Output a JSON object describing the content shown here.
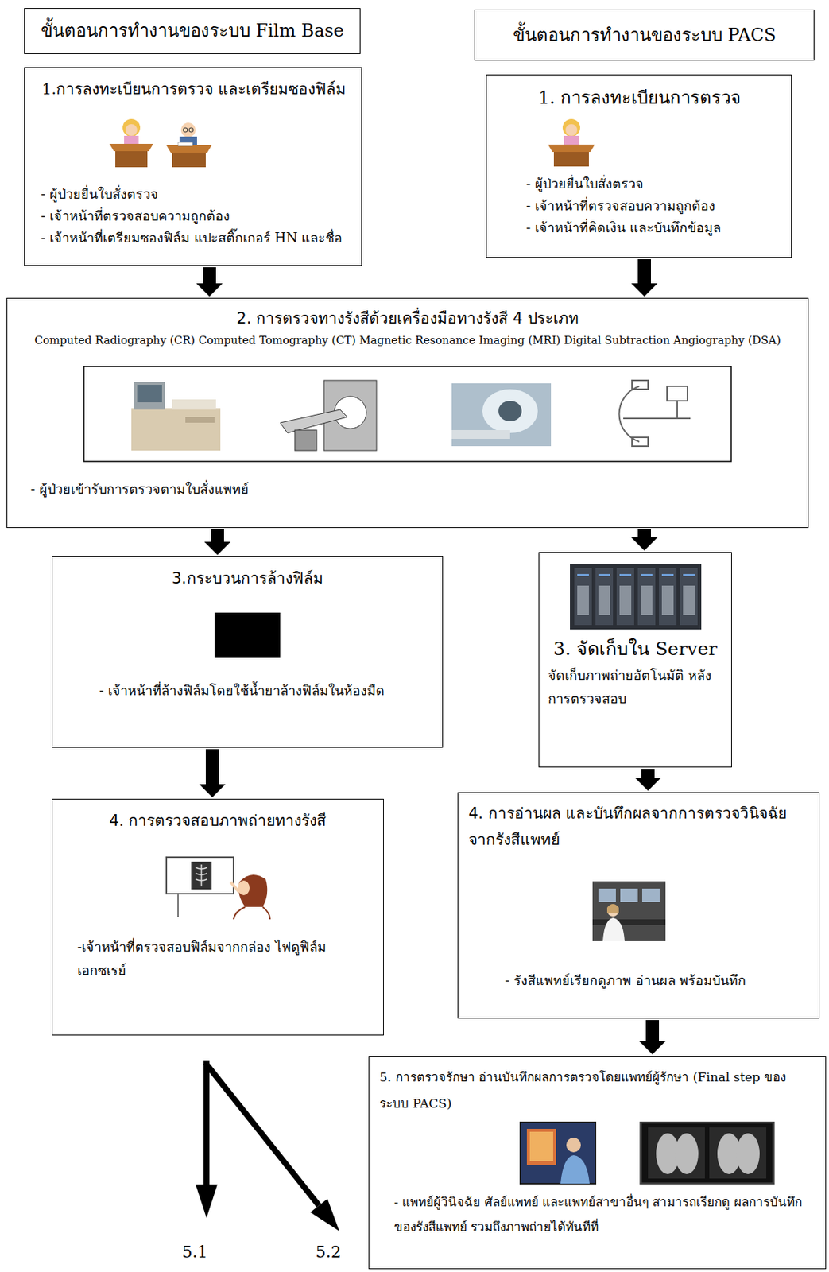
{
  "diagram": {
    "nodes": [
      {
        "text": [
          "ขั้นตอนการทำงานของระบบ Film Base"
        ]
      },
      {
        "text": [
          "ขั้นตอนการทำงานของระบบ PACS"
        ]
      },
      {
        "text": [
          "1.การลงทะเบียนการตรวจ และเตรียมซองฟิล์ม",
          "- ผู้ป่วยยื่นใบสั่งตรวจ",
          "- เจ้าหน้าที่ตรวจสอบความถูกต้อง",
          "- เจ้าหน้าที่เตรียมซองฟิล์ม แปะสติ๊กเกอร์ HN และชื่อ"
        ]
      },
      {
        "text": [
          "1. การลงทะเบียนการตรวจ",
          "- ผู้ป่วยยื่นใบสั่งตรวจ",
          "- เจ้าหน้าที่ตรวจสอบความถูกต้อง",
          "- เจ้าหน้าที่คิดเงิน และบันทึกข้อมูล"
        ]
      },
      {
        "text": [
          "2. การตรวจทางรังสีด้วยเครื่องมือทางรังสี 4 ประเภท",
          "Computed Radiography (CR) Computed Tomography (CT) Magnetic Resonance Imaging (MRI) Digital Subtraction Angiography (DSA)",
          "- ผู้ป่วยเข้ารับการตรวจตามใบสั่งแพทย์"
        ]
      },
      {
        "text": [
          "3.กระบวนการล้างฟิล์ม",
          "- เจ้าหน้าที่ล้างฟิล์มโดยใช้น้ำยาล้างฟิล์มในห้องมืด"
        ]
      },
      {
        "text": [
          "3. จัดเก็บใน Server",
          "จัดเก็บภาพถ่ายอัตโนมัติ หลังการตรวจสอบ"
        ]
      },
      {
        "text": [
          "4. การตรวจสอบภาพถ่ายทางรังสี",
          "-เจ้าหน้าที่ตรวจสอบฟิล์มจากกล่อง ไฟดูฟิล์ม เอกซเรย์"
        ]
      },
      {
        "text": [
          "4. การอ่านผล และบันทึกผลจากการตรวจวินิจฉัย จากรังสีแพทย์",
          "- รังสีแพทย์เรียกดูภาพ อ่านผล พร้อมบันทึก"
        ]
      },
      {
        "text": [
          "5. การตรวจรักษา อ่านบันทึกผลการตรวจโดยแพทย์ผู้รักษา (Final step ของระบบ PACS)",
          "- แพทย์ผู้วินิจฉัย ศัลย์แพทย์ และแพทย์สาขาอื่นๆ สามารถเรียกดู ผลการบันทึกของรังสีแพทย์ รวมถึงภาพถ่ายได้ทันทีที่"
        ]
      }
    ],
    "edges": [
      {
        "from": 2,
        "to": 4,
        "arrow": "to"
      },
      {
        "from": 3,
        "to": 4,
        "arrow": "to"
      },
      {
        "from": 4,
        "to": 5,
        "arrow": "to"
      },
      {
        "from": 4,
        "to": 6,
        "arrow": "to"
      },
      {
        "from": 5,
        "to": 7,
        "arrow": "to"
      },
      {
        "from": 6,
        "to": 8,
        "arrow": "to"
      },
      {
        "from": 8,
        "to": 9,
        "arrow": "to"
      }
    ],
    "labels": [
      "5.1",
      "5.2"
    ]
  }
}
